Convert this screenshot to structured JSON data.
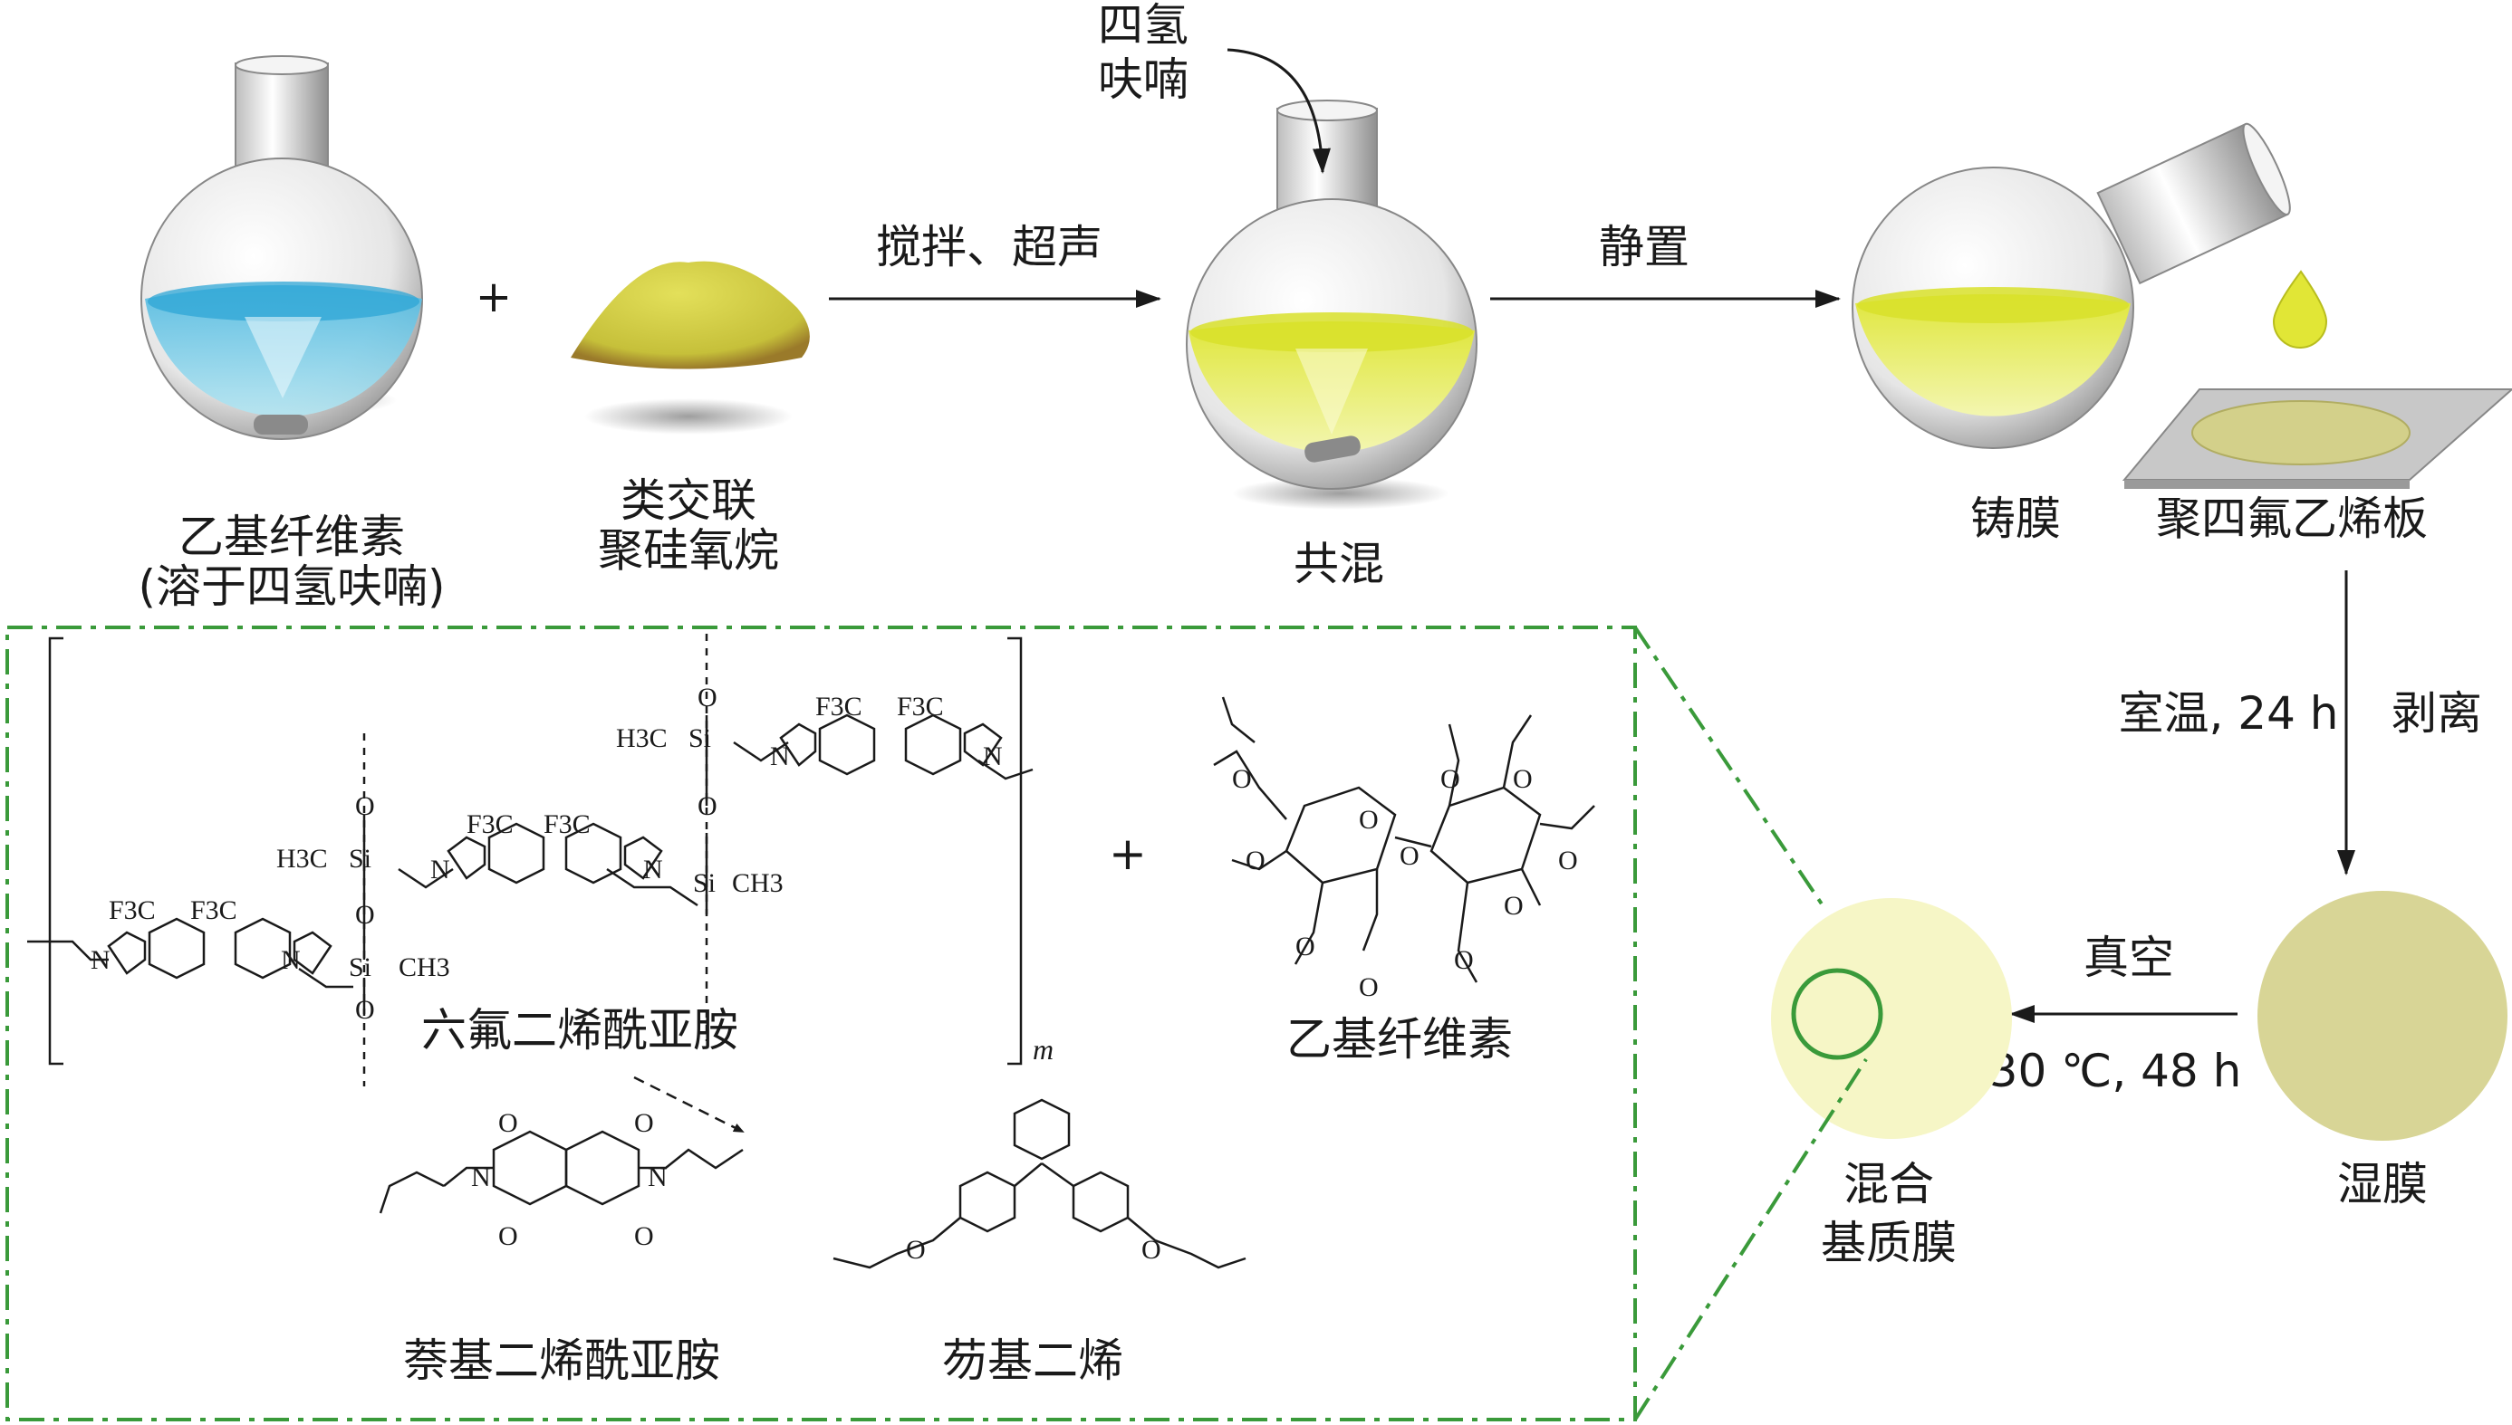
{
  "labels": {
    "ethyl_cellulose_line1": "乙基纤维素",
    "ethyl_cellulose_line2": "(溶于四氢呋喃)",
    "plus": "+",
    "polysiloxane_line1": "类交联",
    "polysiloxane_line2": "聚硅氧烷",
    "thf_line1": "四氢",
    "thf_line2": "呋喃",
    "stir_ultrasound": "搅拌、超声",
    "blending": "共混",
    "standing": "静置",
    "casting": "铸膜",
    "ptfe_plate": "聚四氟乙烯板",
    "room_temp": "室温, 24 h",
    "peel": "剥离",
    "wet_film": "湿膜",
    "vacuum": "真空",
    "vacuum_cond": "30 ℃, 48 h",
    "mmm_line1": "混合",
    "mmm_line2": "基质膜",
    "hexafluoro_bismaleimide": "六氟二烯酰亚胺",
    "ethyl_cellulose_struct": "乙基纤维素",
    "naphthalene_diimide": "萘基二烯酰亚胺",
    "fluorene_diene": "芴基二烯",
    "repeat_m": "m"
  },
  "chem_text": {
    "cf3": "F3C",
    "si": "Si",
    "h3c": "H3C",
    "ch3": "CH3",
    "o": "O",
    "n": "N"
  },
  "colors": {
    "blue_liquid": "#5ec4e6",
    "yellow_liquid": "#e7ec5c",
    "powder": "#c9c93c",
    "film": "#d6d391",
    "frame_green": "#3a9a3a"
  }
}
